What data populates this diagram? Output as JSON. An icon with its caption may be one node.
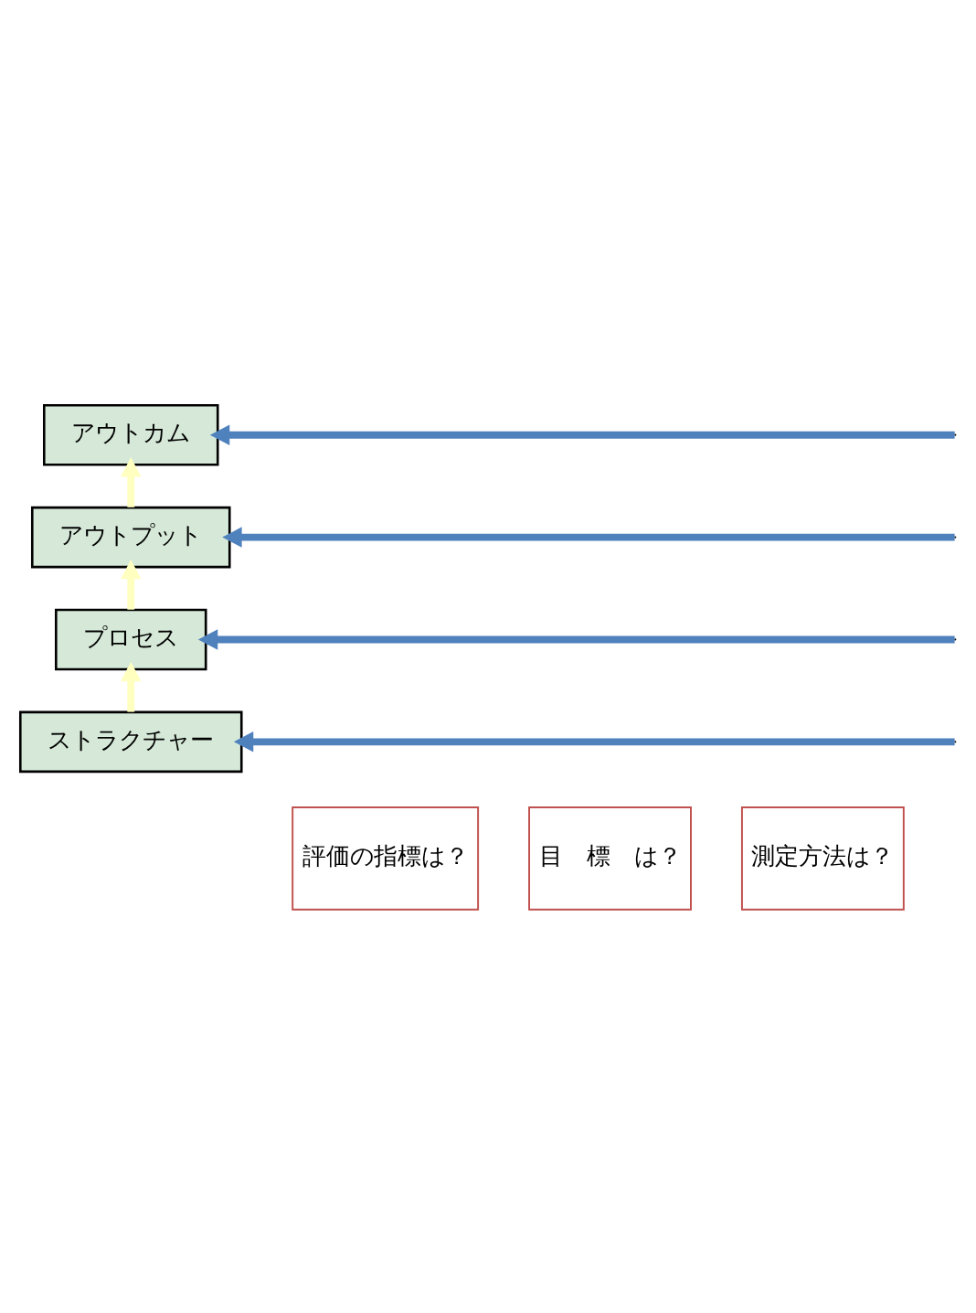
{
  "diagram": {
    "nodes": [
      {
        "text": [
          "アウトカム"
        ]
      },
      {
        "text": [
          "アウトプット"
        ]
      },
      {
        "text": [
          "プロセス"
        ]
      },
      {
        "text": [
          "ストラクチャー"
        ]
      },
      {
        "text": [
          "評価の指標は？"
        ]
      },
      {
        "text": [
          "目　標　は？"
        ]
      },
      {
        "text": [
          "測定方法は？"
        ]
      }
    ],
    "edges": [
      {
        "from": 3,
        "to": 2,
        "arrow": "to",
        "color": "#ffffc0"
      },
      {
        "from": 2,
        "to": 1,
        "arrow": "to",
        "color": "#ffffc0"
      },
      {
        "from": 1,
        "to": 0,
        "arrow": "to",
        "color": "#ffffc0"
      },
      {
        "from": null,
        "to": 0,
        "arrow": "to",
        "color": "#4f81bd"
      },
      {
        "from": null,
        "to": 1,
        "arrow": "to",
        "color": "#4f81bd"
      },
      {
        "from": null,
        "to": 2,
        "arrow": "to",
        "color": "#4f81bd"
      },
      {
        "from": null,
        "to": 3,
        "arrow": "to",
        "color": "#4f81bd"
      }
    ]
  }
}
